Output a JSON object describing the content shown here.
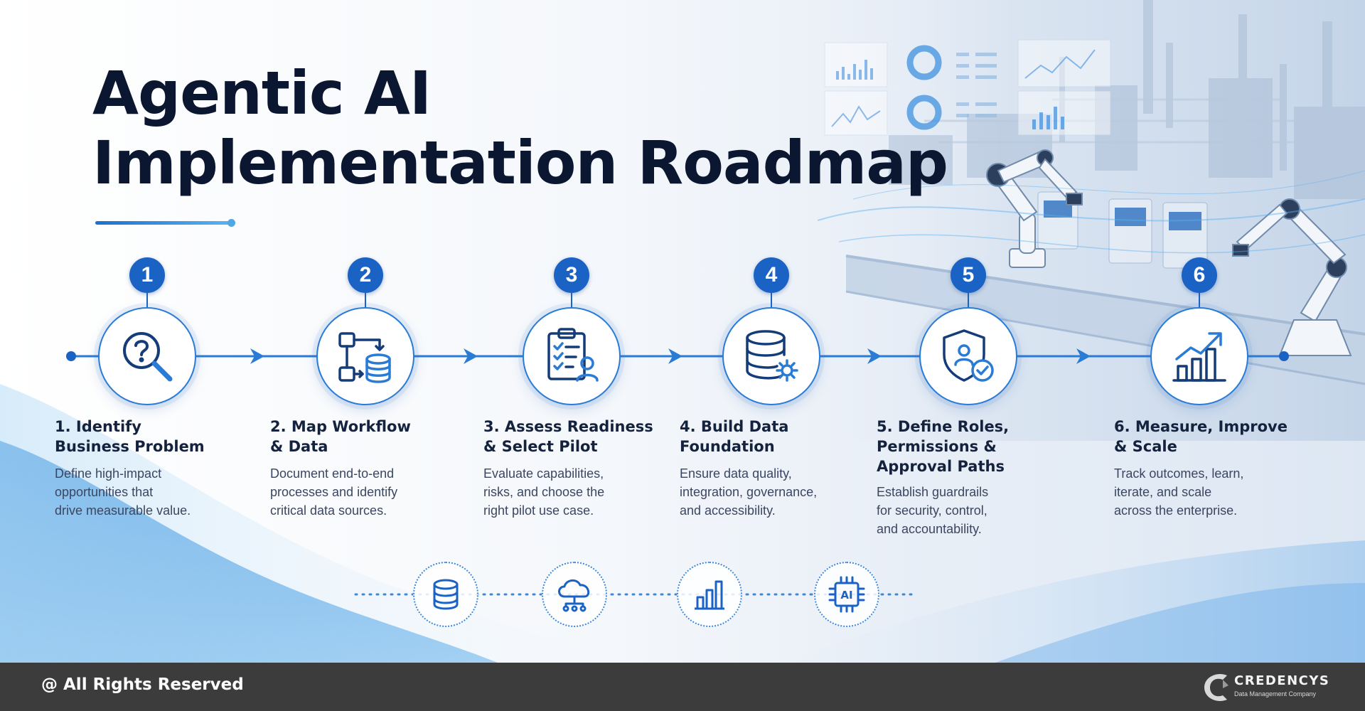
{
  "title": {
    "line1": "Agentic AI",
    "line2": "Implementation Roadmap"
  },
  "steps": [
    {
      "number": "1",
      "title_lines": [
        "1. Identify",
        "Business Problem"
      ],
      "desc_lines": [
        "Define high-impact",
        "opportunities that",
        "drive measurable value."
      ],
      "icon": "question-search-icon"
    },
    {
      "number": "2",
      "title_lines": [
        "2. Map Workflow",
        "& Data"
      ],
      "desc_lines": [
        "Document end-to-end",
        "processes and identify",
        "critical data sources."
      ],
      "icon": "workflow-database-icon"
    },
    {
      "number": "3",
      "title_lines": [
        "3. Assess Readiness",
        "& Select Pilot"
      ],
      "desc_lines": [
        "Evaluate capabilities,",
        "risks, and choose the",
        "right pilot use case."
      ],
      "icon": "clipboard-checklist-icon"
    },
    {
      "number": "4",
      "title_lines": [
        "4. Build Data",
        "Foundation"
      ],
      "desc_lines": [
        "Ensure data quality,",
        "integration, governance,",
        "and accessibility."
      ],
      "icon": "database-gear-icon"
    },
    {
      "number": "5",
      "title_lines": [
        "5. Define Roles,",
        "Permissions &",
        "Approval Paths"
      ],
      "desc_lines": [
        "Establish guardrails",
        "for security, control,",
        "and accountability."
      ],
      "icon": "shield-user-check-icon"
    },
    {
      "number": "6",
      "title_lines": [
        "6. Measure, Improve",
        "& Scale"
      ],
      "desc_lines": [
        "Track outcomes, learn,",
        "iterate, and scale",
        "across the enterprise."
      ],
      "icon": "growth-chart-icon"
    }
  ],
  "bottom_icons": [
    "database-icon",
    "cloud-network-icon",
    "bar-chart-icon",
    "ai-chip-icon"
  ],
  "ai_chip_label": "AI",
  "footer": {
    "rights": "@ All Rights Reserved",
    "brand_name": "CREDENCYS",
    "brand_tagline": "Data Management Company"
  },
  "colors": {
    "primary": "#1a63c4",
    "accent": "#3d88d8",
    "title": "#0b1630",
    "footer_bg": "#3c3c3c"
  }
}
